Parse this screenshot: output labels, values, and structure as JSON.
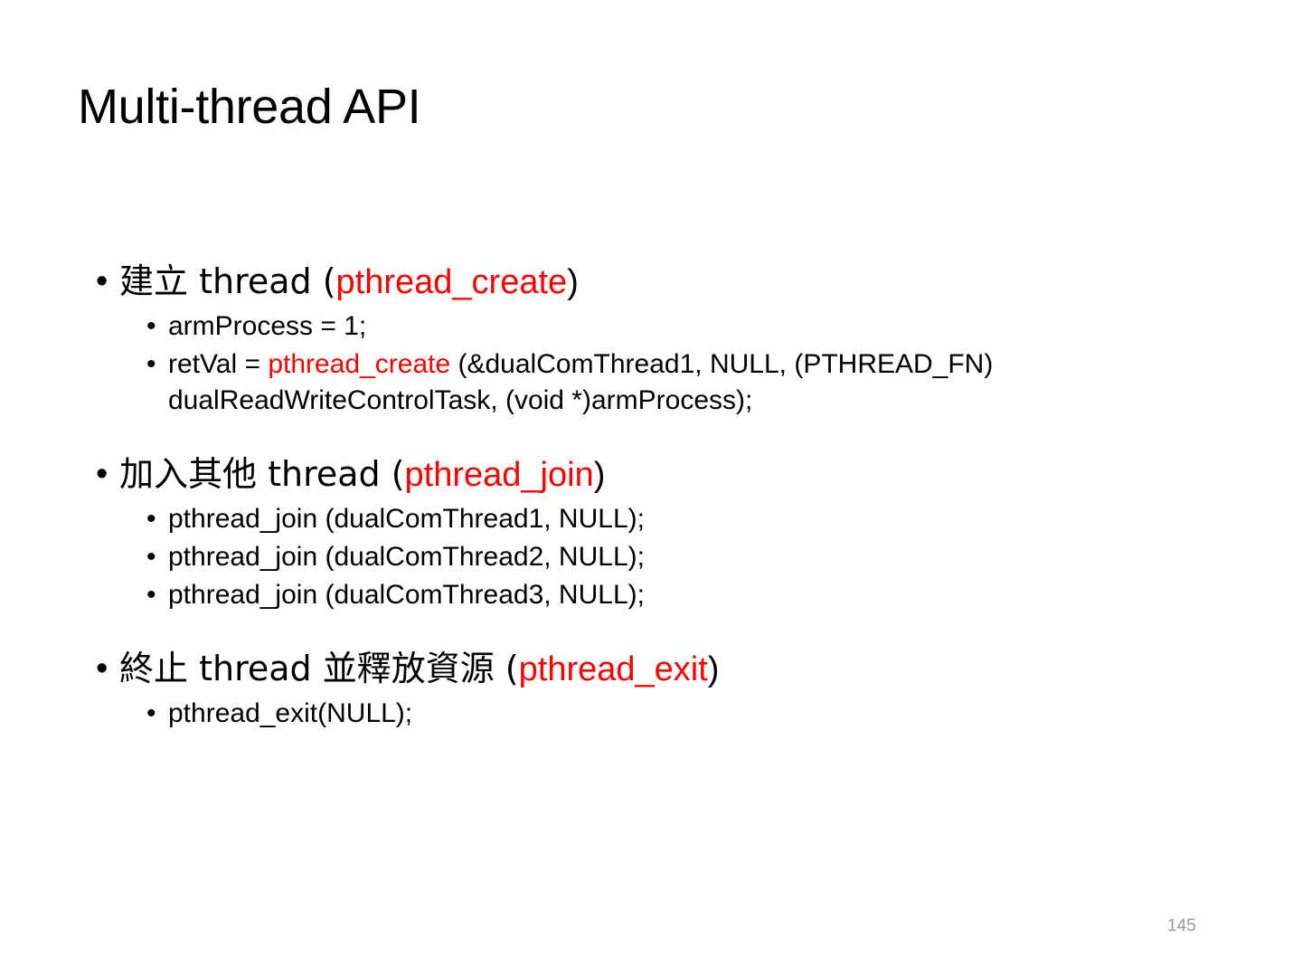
{
  "slide": {
    "title": "Multi-thread API",
    "page_number": "145",
    "page_number_color": "#9A9A9A",
    "keyword_color": "#FF0000",
    "text_color": "#000000",
    "background_color": "#FFFFFF",
    "bullet_glyph": "•"
  },
  "groups": [
    {
      "heading": {
        "prefix": "建立 thread (",
        "keyword": "pthread_create",
        "suffix": ")"
      },
      "items": [
        {
          "prefix": "armProcess = 1;",
          "keyword": "",
          "suffix": ""
        },
        {
          "prefix": "retVal = ",
          "keyword": "pthread_create",
          "suffix": " (&dualComThread1, NULL, (PTHREAD_FN) dualReadWriteControlTask, (void *)armProcess);"
        }
      ]
    },
    {
      "heading": {
        "prefix": "加入其他 thread (",
        "keyword": "pthread_join",
        "suffix": ")"
      },
      "items": [
        {
          "prefix": "pthread_join (dualComThread1, NULL);",
          "keyword": "",
          "suffix": ""
        },
        {
          "prefix": "pthread_join (dualComThread2, NULL);",
          "keyword": "",
          "suffix": ""
        },
        {
          "prefix": "pthread_join (dualComThread3, NULL);",
          "keyword": "",
          "suffix": ""
        }
      ]
    },
    {
      "heading": {
        "prefix": "終止 thread 並釋放資源  (",
        "keyword": "pthread_exit",
        "suffix": ")"
      },
      "items": [
        {
          "prefix": "pthread_exit(NULL);",
          "keyword": "",
          "suffix": ""
        }
      ]
    }
  ]
}
